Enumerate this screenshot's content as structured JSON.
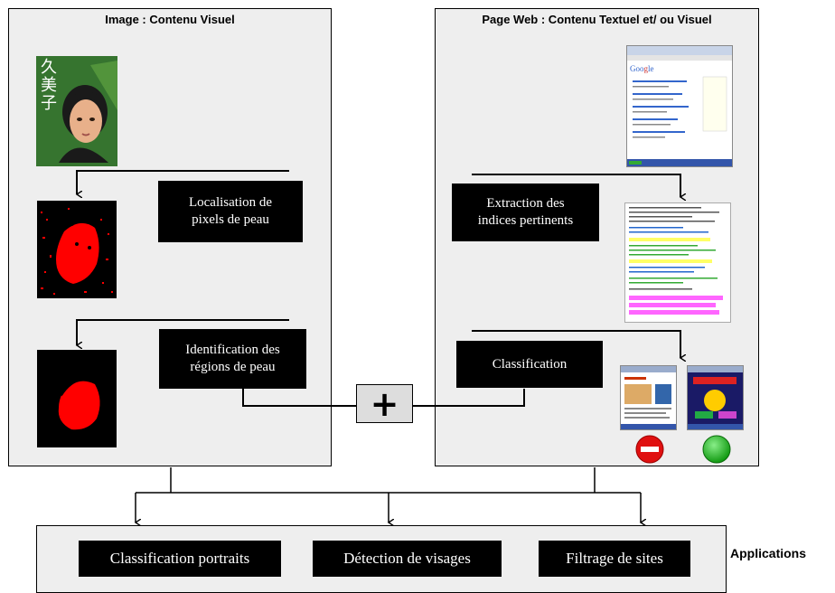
{
  "left_panel": {
    "title": "Image : Contenu Visuel",
    "photo_caption": "久\n美\n子",
    "step1": "Localisation de\npixels de peau",
    "step2": "Identification des\nrégions de peau"
  },
  "right_panel": {
    "title": "Page Web : Contenu Textuel et/ ou Visuel",
    "step1": "Extraction des\nindices pertinents",
    "step2": "Classification"
  },
  "combine_symbol": "+",
  "applications": {
    "label": "Applications",
    "items": [
      "Classification portraits",
      "Détection de visages",
      "Filtrage de sites"
    ]
  },
  "colors": {
    "panel_bg": "#eeeeee",
    "skin_red": "#ff0000",
    "block_red": "#e01010",
    "allow_green": "#22bb22"
  }
}
